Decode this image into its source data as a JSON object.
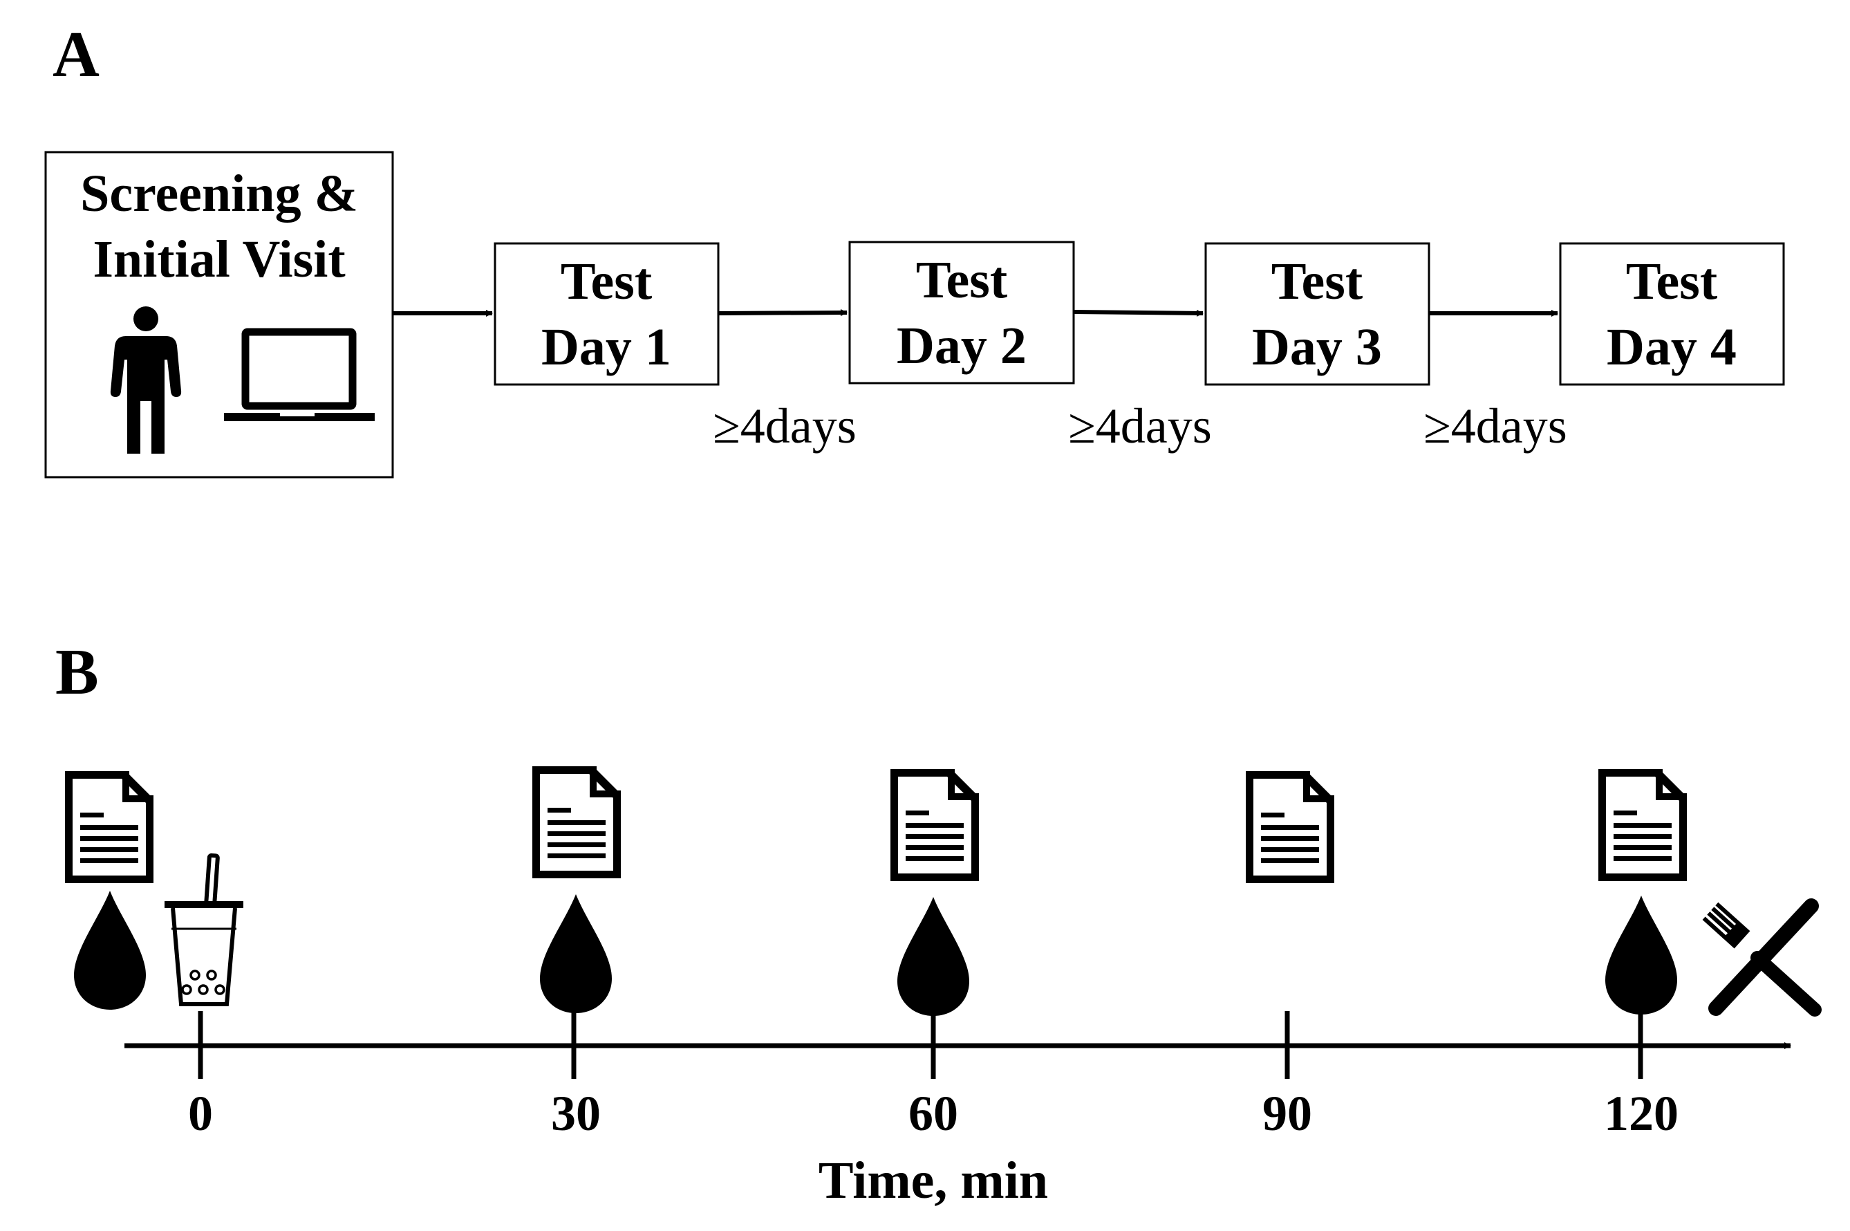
{
  "panel_a": {
    "label": "A",
    "screening_box": {
      "line1": "Screening &",
      "line2": "Initial Visit",
      "icons": [
        "person-icon",
        "laptop-icon"
      ]
    },
    "test_days": [
      {
        "line1": "Test",
        "line2": "Day 1"
      },
      {
        "line1": "Test",
        "line2": "Day 2"
      },
      {
        "line1": "Test",
        "line2": "Day 3"
      },
      {
        "line1": "Test",
        "line2": "Day 4"
      }
    ],
    "intervals": [
      "≥4days",
      "≥4days",
      "≥4days"
    ]
  },
  "panel_b": {
    "label": "B",
    "axis": {
      "title": "Time, min",
      "ticks": [
        "0",
        "30",
        "60",
        "90",
        "120"
      ]
    },
    "events": [
      {
        "time": "0",
        "icons": [
          "document-icon",
          "blood-drop-icon",
          "drink-cup-icon"
        ]
      },
      {
        "time": "30",
        "icons": [
          "document-icon",
          "blood-drop-icon"
        ]
      },
      {
        "time": "60",
        "icons": [
          "document-icon",
          "blood-drop-icon"
        ]
      },
      {
        "time": "90",
        "icons": [
          "document-icon"
        ]
      },
      {
        "time": "120",
        "icons": [
          "document-icon",
          "blood-drop-icon",
          "fork-knife-icon"
        ]
      }
    ]
  },
  "colors": {
    "ink": "#000000",
    "background": "#ffffff"
  }
}
